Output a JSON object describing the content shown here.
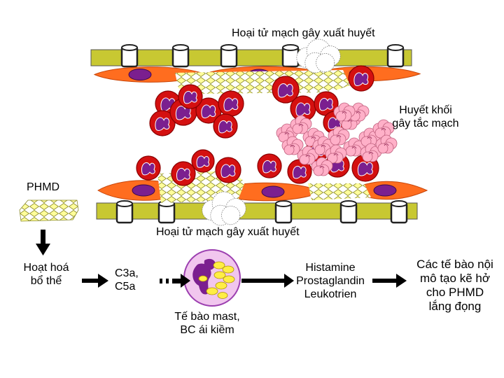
{
  "labels": {
    "top_necrosis": "Hoại tử mạch gây xuất huyết",
    "thrombus_line1": "Huyết khối",
    "thrombus_line2": "gây tắc mạch",
    "phmd": "PHMD",
    "bottom_necrosis": "Hoại tử mạch gây xuất huyết",
    "complement_line1": "Hoạt hoá",
    "complement_line2": "bổ thể",
    "c3a": "C3a,",
    "c5a": "C5a",
    "mast_line1": "Tế bào mast,",
    "mast_line2": "BC ái kiềm",
    "mediator_1": "Histamine",
    "mediator_2": "Prostaglandin",
    "mediator_3": "Leukotrien",
    "result_line1": "Các tế bào nội",
    "result_line2": "mô tạo kẽ hở",
    "result_line3": "cho PHMD",
    "result_line4": "lắng đọng"
  },
  "colors": {
    "vessel_wall": "#c8c832",
    "endothelium": "#ff6d1f",
    "nucleus": "#7b1f8f",
    "red_cell": "#d41010",
    "red_cell_dark": "#8a0000",
    "platelet": "#ffb0c8",
    "immune_complex": "#fffd9a",
    "mast_cell": "#f1c6ee",
    "granule": "#ffee44"
  },
  "icons": [
    "red-blood-cell-icon",
    "platelet-icon",
    "immune-complex-icon",
    "mast-cell-icon",
    "arrow-icon"
  ]
}
